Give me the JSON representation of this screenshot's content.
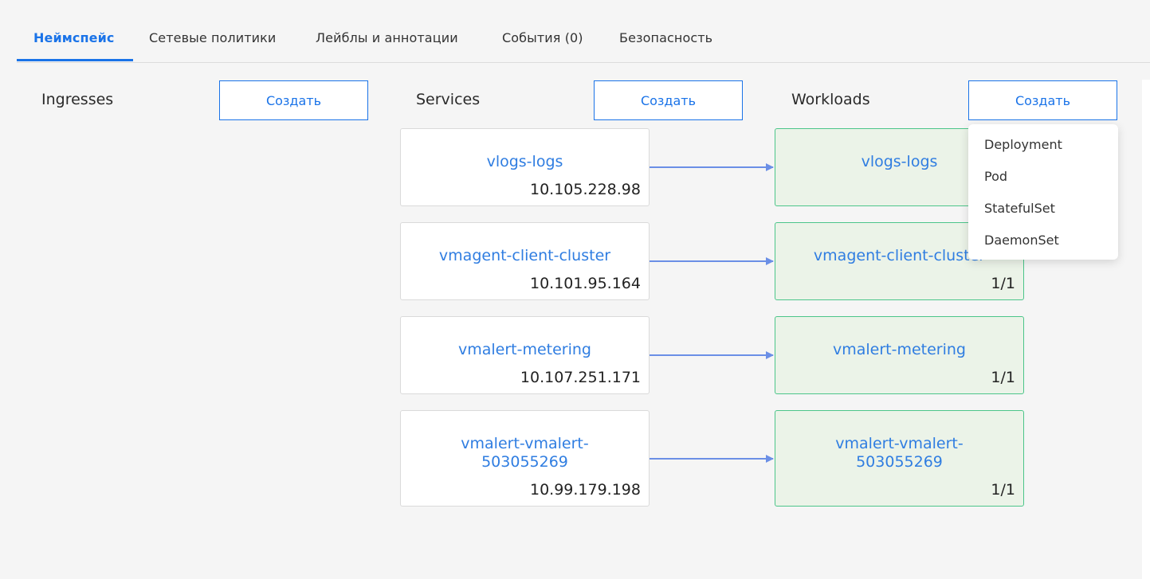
{
  "tabs": [
    {
      "label": "Неймспейс",
      "active": true
    },
    {
      "label": "Сетевые политики",
      "active": false
    },
    {
      "label": "Лейблы и аннотации",
      "active": false
    },
    {
      "label": "События (0)",
      "active": false
    },
    {
      "label": "Безопасность",
      "active": false
    }
  ],
  "columns": {
    "ingresses": {
      "title": "Ingresses",
      "create_label": "Создать"
    },
    "services": {
      "title": "Services",
      "create_label": "Создать"
    },
    "workloads": {
      "title": "Workloads",
      "create_label": "Создать"
    }
  },
  "services": [
    {
      "name": "vlogs-logs",
      "ip": "10.105.228.98"
    },
    {
      "name": "vmagent-client-cluster",
      "ip": "10.101.95.164"
    },
    {
      "name": "vmalert-metering",
      "ip": "10.107.251.171"
    },
    {
      "name": "vmalert-vmalert-503055269",
      "ip": "10.99.179.198"
    }
  ],
  "workloads": [
    {
      "name": "vlogs-logs",
      "replicas": ""
    },
    {
      "name": "vmagent-client-cluster",
      "replicas": "1/1"
    },
    {
      "name": "vmalert-metering",
      "replicas": "1/1"
    },
    {
      "name": "vmalert-vmalert-503055269",
      "replicas": "1/1"
    }
  ],
  "create_menu": {
    "items": [
      "Deployment",
      "Pod",
      "StatefulSet",
      "DaemonSet"
    ]
  },
  "colors": {
    "accent": "#1a73e8",
    "link": "#2f7de1",
    "arrow": "#6b8fe6",
    "workload_bg": "#ebf3e8",
    "workload_border": "#4cc58a"
  }
}
